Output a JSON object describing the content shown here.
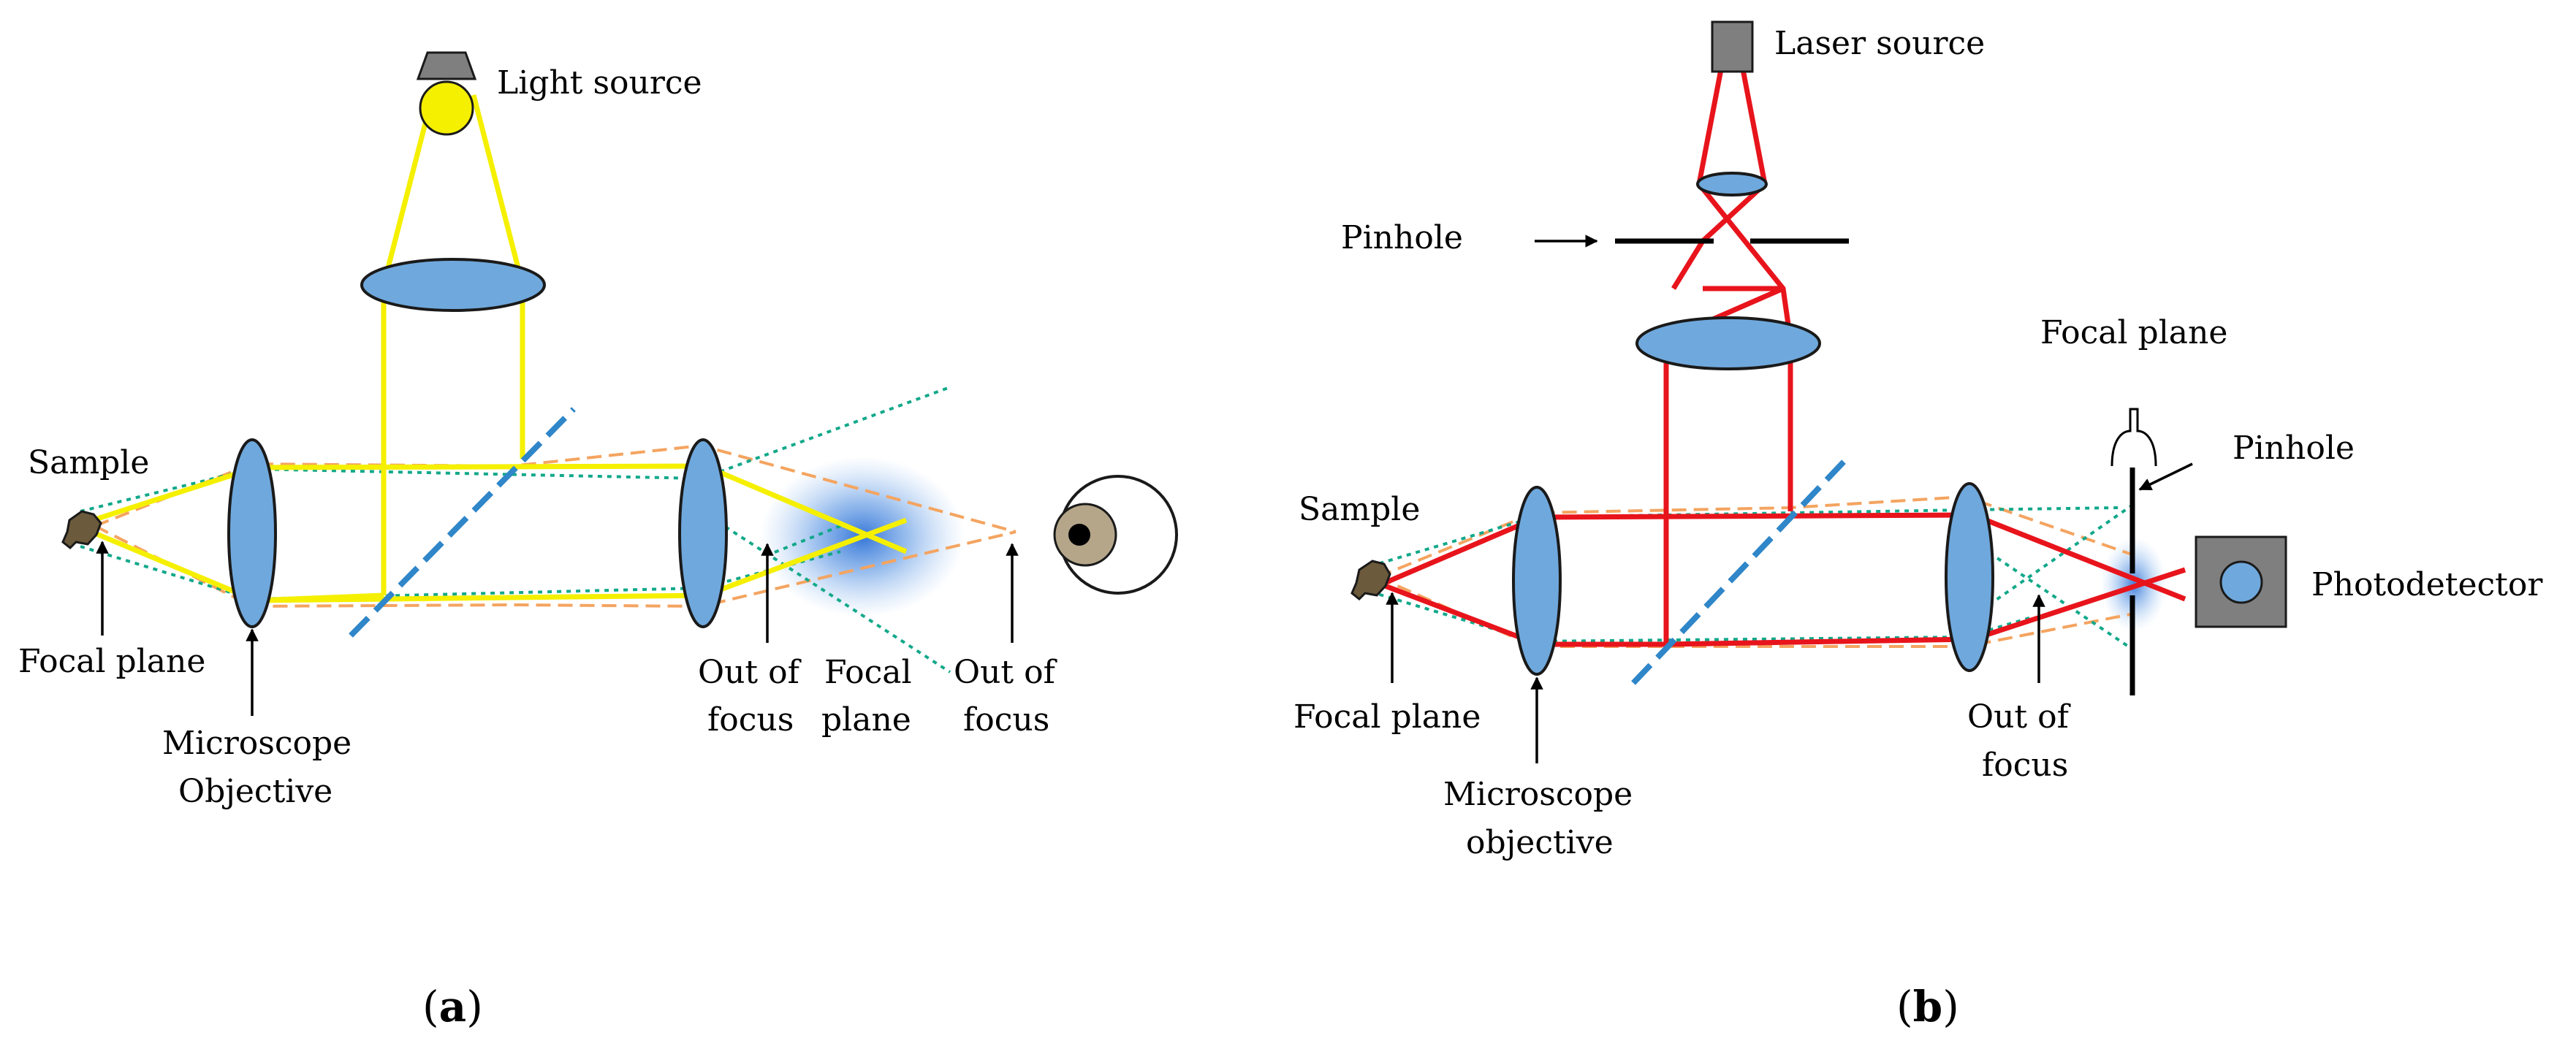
{
  "colors": {
    "lens_fill": "#6fa8dc",
    "lens_stroke": "#1a1a1a",
    "yellow_beam": "#f5ef00",
    "red_beam": "#e8141c",
    "green_dotted": "#11a88a",
    "orange_dashed": "#f4a460",
    "beamsplitter": "#2f86c8",
    "focal_glow": "#2b6fd6",
    "eye_iris": "#b5a68a"
  },
  "panel_a": {
    "caption_open": "(",
    "caption_letter": "a",
    "caption_close": ")",
    "labels": {
      "light_source": "Light source",
      "sample": "Sample",
      "focal_plane_left": "Focal plane",
      "objective_line1": "Microscope",
      "objective_line2": "Objective",
      "out_of_focus_1_line1": "Out of",
      "out_of_focus_1_line2": "focus",
      "focal_plane_mid_line1": "Focal",
      "focal_plane_mid_line2": "plane",
      "out_of_focus_2_line1": "Out of",
      "out_of_focus_2_line2": "focus"
    },
    "icons": [
      "lamp-icon",
      "eye-icon",
      "sample-icon"
    ]
  },
  "panel_b": {
    "caption_open": "(",
    "caption_letter": "b",
    "caption_close": ")",
    "labels": {
      "laser_source": "Laser source",
      "pinhole_top": "Pinhole",
      "sample": "Sample",
      "focal_plane_left": "Focal plane",
      "objective_line1": "Microscope",
      "objective_line2": "objective",
      "out_of_focus_line1": "Out of",
      "out_of_focus_line2": "focus",
      "focal_plane_right": "Focal plane",
      "pinhole_right": "Pinhole",
      "photodetector": "Photodetector"
    },
    "icons": [
      "laser-icon",
      "photodetector-icon",
      "sample-icon"
    ]
  }
}
